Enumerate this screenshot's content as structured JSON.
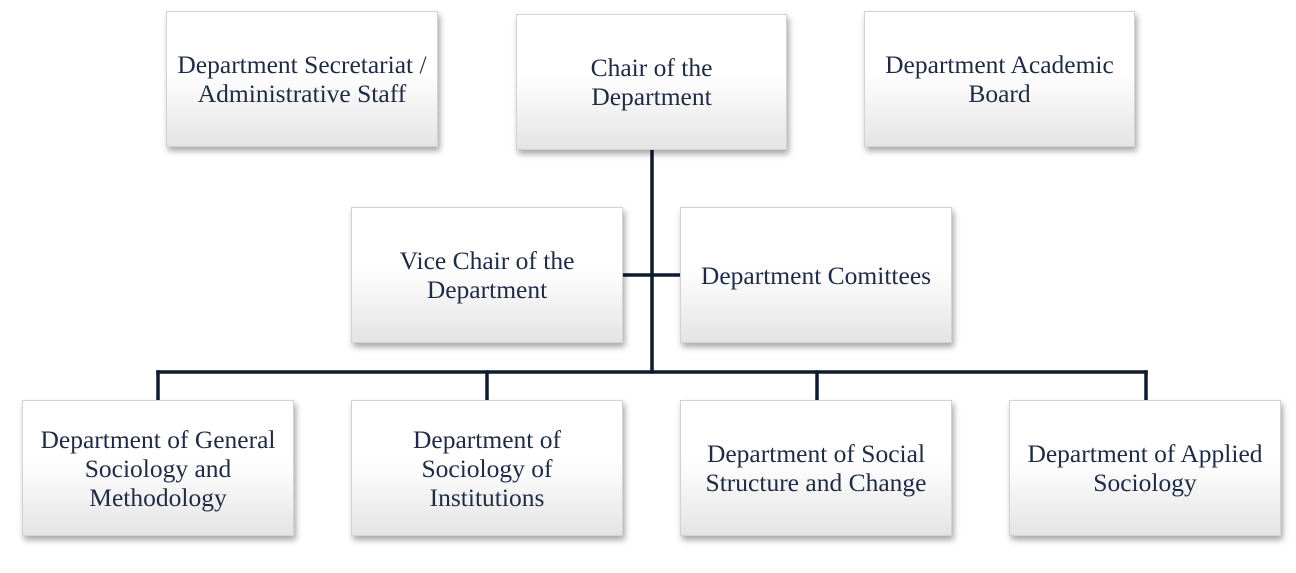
{
  "diagram": {
    "type": "org-chart",
    "line_color": "#0e1a2e",
    "box_text_color": "#1f2b45",
    "top_row": {
      "secretariat": "Department Secretariat / Administrative Staff",
      "chair": "Chair of the Department",
      "board": "Department Academic Board"
    },
    "middle_row": {
      "vice_chair": "Vice Chair of the Department",
      "committees": "Department Comittees"
    },
    "bottom_row": {
      "general": "Department of General Sociology and Methodology",
      "institutions": "Department of Sociology of Institutions",
      "structure": "Department of Social Structure and Change",
      "applied": "Department of Applied Sociology"
    }
  }
}
